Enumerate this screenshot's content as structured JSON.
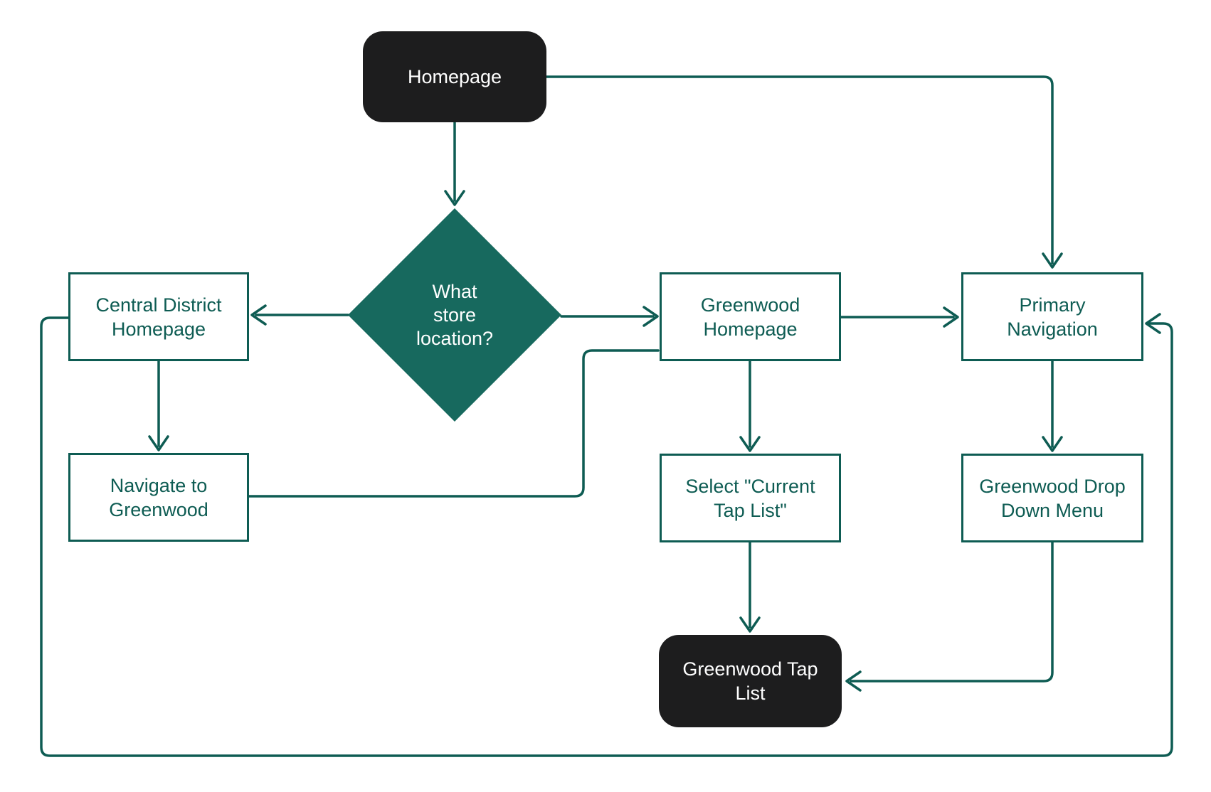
{
  "diagram": {
    "type": "flowchart",
    "background_color": "#ffffff",
    "colors": {
      "line_teal": "#0e5c53",
      "diamond_fill": "#17695e",
      "terminal_fill": "#1d1d1e",
      "process_fill": "#ffffff",
      "process_text": "#0e5c53",
      "terminal_text": "#ffffff"
    },
    "nodes": {
      "homepage": {
        "label": "Homepage",
        "shape": "rounded-rectangle",
        "style": "dark"
      },
      "store_location": {
        "label": "What\nstore\nlocation?",
        "shape": "diamond",
        "style": "teal"
      },
      "central_district": {
        "label": "Central District\nHomepage",
        "shape": "rectangle",
        "style": "outline"
      },
      "greenwood_homepage": {
        "label": "Greenwood\nHomepage",
        "shape": "rectangle",
        "style": "outline"
      },
      "primary_navigation": {
        "label": "Primary\nNavigation",
        "shape": "rectangle",
        "style": "outline"
      },
      "navigate_greenwood": {
        "label": "Navigate to\nGreenwood",
        "shape": "rectangle",
        "style": "outline"
      },
      "select_tap_list": {
        "label": "Select \"Current\nTap List\"",
        "shape": "rectangle",
        "style": "outline"
      },
      "greenwood_dropdown": {
        "label": "Greenwood Drop\nDown Menu",
        "shape": "rectangle",
        "style": "outline"
      },
      "greenwood_tap_list": {
        "label": "Greenwood Tap\nList",
        "shape": "rounded-rectangle",
        "style": "dark"
      }
    },
    "edges": [
      {
        "from": "homepage",
        "to": "store_location",
        "arrowhead": true
      },
      {
        "from": "homepage",
        "to": "primary_navigation",
        "arrowhead": true
      },
      {
        "from": "store_location",
        "to": "central_district",
        "arrowhead": true
      },
      {
        "from": "store_location",
        "to": "greenwood_homepage",
        "arrowhead": true
      },
      {
        "from": "central_district",
        "to": "navigate_greenwood",
        "arrowhead": true
      },
      {
        "from": "navigate_greenwood",
        "to": "greenwood_homepage",
        "arrowhead": false
      },
      {
        "from": "greenwood_homepage",
        "to": "primary_navigation",
        "arrowhead": true
      },
      {
        "from": "greenwood_homepage",
        "to": "select_tap_list",
        "arrowhead": true
      },
      {
        "from": "primary_navigation",
        "to": "greenwood_dropdown",
        "arrowhead": true
      },
      {
        "from": "select_tap_list",
        "to": "greenwood_tap_list",
        "arrowhead": true
      },
      {
        "from": "greenwood_dropdown",
        "to": "greenwood_tap_list",
        "arrowhead": true
      },
      {
        "from": "central_district",
        "to": "primary_navigation",
        "arrowhead": true,
        "route": "bottom-loop"
      }
    ]
  }
}
